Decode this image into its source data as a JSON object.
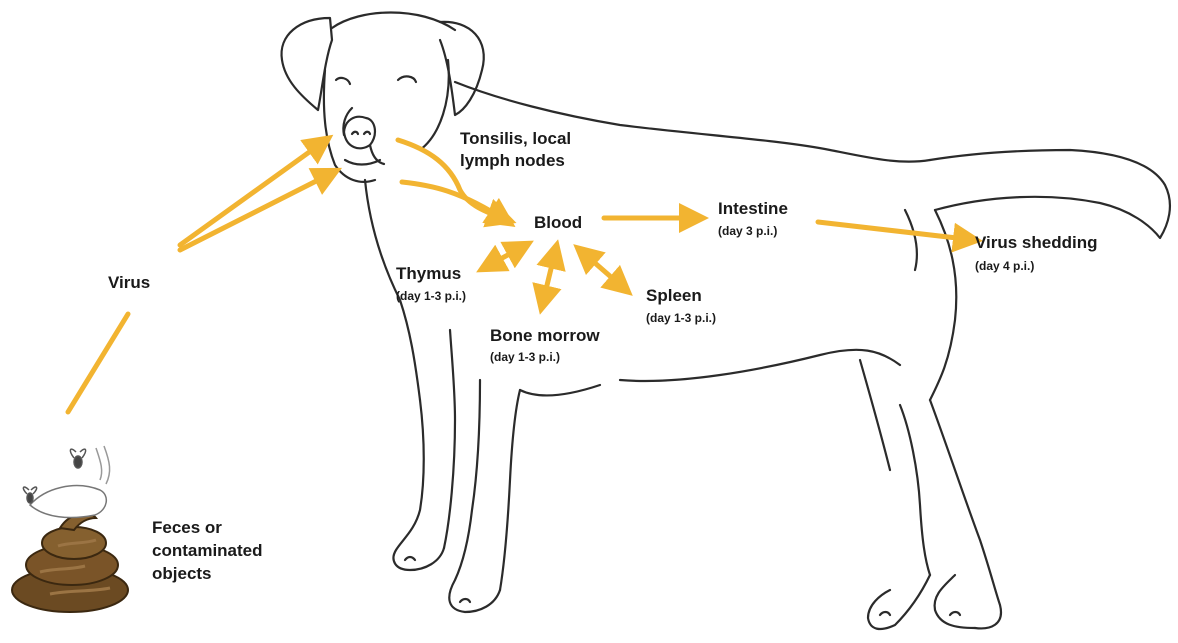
{
  "colors": {
    "arrow": "#F2B431",
    "outline": "#2b2b2b",
    "feces": "#6b4a22",
    "feces_highlight": "#9b7444"
  },
  "labels": {
    "virus": "Virus",
    "tonsils": "Tonsilis, local lymph nodes",
    "blood": "Blood",
    "intestine": "Intestine",
    "intestine_day": "(day 3 p.i.)",
    "shedding": "Virus shedding",
    "shedding_day": "(day 4 p.i.)",
    "thymus": "Thymus",
    "thymus_day": "(day 1-3 p.i.)",
    "spleen": "Spleen",
    "spleen_day": "(day 1-3 p.i.)",
    "bone": "Bone morrow",
    "bone_day": "(day 1-3 p.i.)",
    "feces": "Feces or contaminated objects"
  },
  "icons": [
    "dog-outline-icon",
    "feces-icon",
    "fly-icon"
  ]
}
